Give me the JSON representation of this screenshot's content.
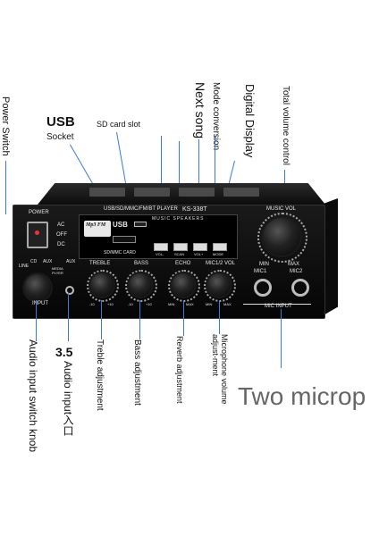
{
  "labels_top": {
    "power_switch": "Power Switch",
    "usb": "USB",
    "socket": "Socket",
    "sd_card_slot": "SD card slot",
    "next_song": "Next song",
    "mode_conversion": "Mode conversion",
    "digital_display": "Digital Display",
    "total_volume_control": "Total volume control"
  },
  "labels_bottom": {
    "audio_input_switch_knob": "Audio input switch knob",
    "jack_size": "3.5",
    "audio_input": "Audio input入口",
    "treble_adjustment": "Treble adjustment",
    "bass_adjustment": "Bass adjustment",
    "reverb_adjustment": "Reverb adjustment",
    "microphone_volume": "Microphone volume adjust-ment",
    "two_microphones": "Two microp"
  },
  "device": {
    "power": "POWER",
    "ac": "AC",
    "off": "OFF",
    "dc": "DC",
    "line": "LINE",
    "cd": "CD",
    "aux": "AUX",
    "media_player": "MEDIA PLYER",
    "aux_jack": "AUX",
    "input": "INPUT",
    "mode_line": "USB/SD/MMC/FM/BT PLAYER",
    "model": "KS-338T",
    "mp3_fm": "Mp3 FM",
    "usb": "USB",
    "music_speakers": "MUSIC SPEAKERS",
    "card": "SD/MMC CARD",
    "btn_vol_minus": "VOL-",
    "btn_scan": "SCAN",
    "btn_vol_plus": "VOL+",
    "btn_mode": "MODE",
    "treble": "TREBLE",
    "bass": "BASS",
    "echo": "ECHO",
    "mic_vol": "MIC1/2 VOL",
    "minus10_a": "-10",
    "plus10_a": "+10",
    "minus10_b": "-10",
    "plus10_b": "+10",
    "min_a": "MIN",
    "max_a": "MAX",
    "min_b": "MIN",
    "max_b": "MAX",
    "music_vol": "MUSIC VOL",
    "min_c": "MIN",
    "max_c": "MAX",
    "mic1": "MIC1",
    "mic2": "MIC2",
    "mic_input": "MIC INPUT"
  },
  "colors": {
    "callout_line": "#3b7bd6",
    "device_body": "#0a0a0a"
  }
}
